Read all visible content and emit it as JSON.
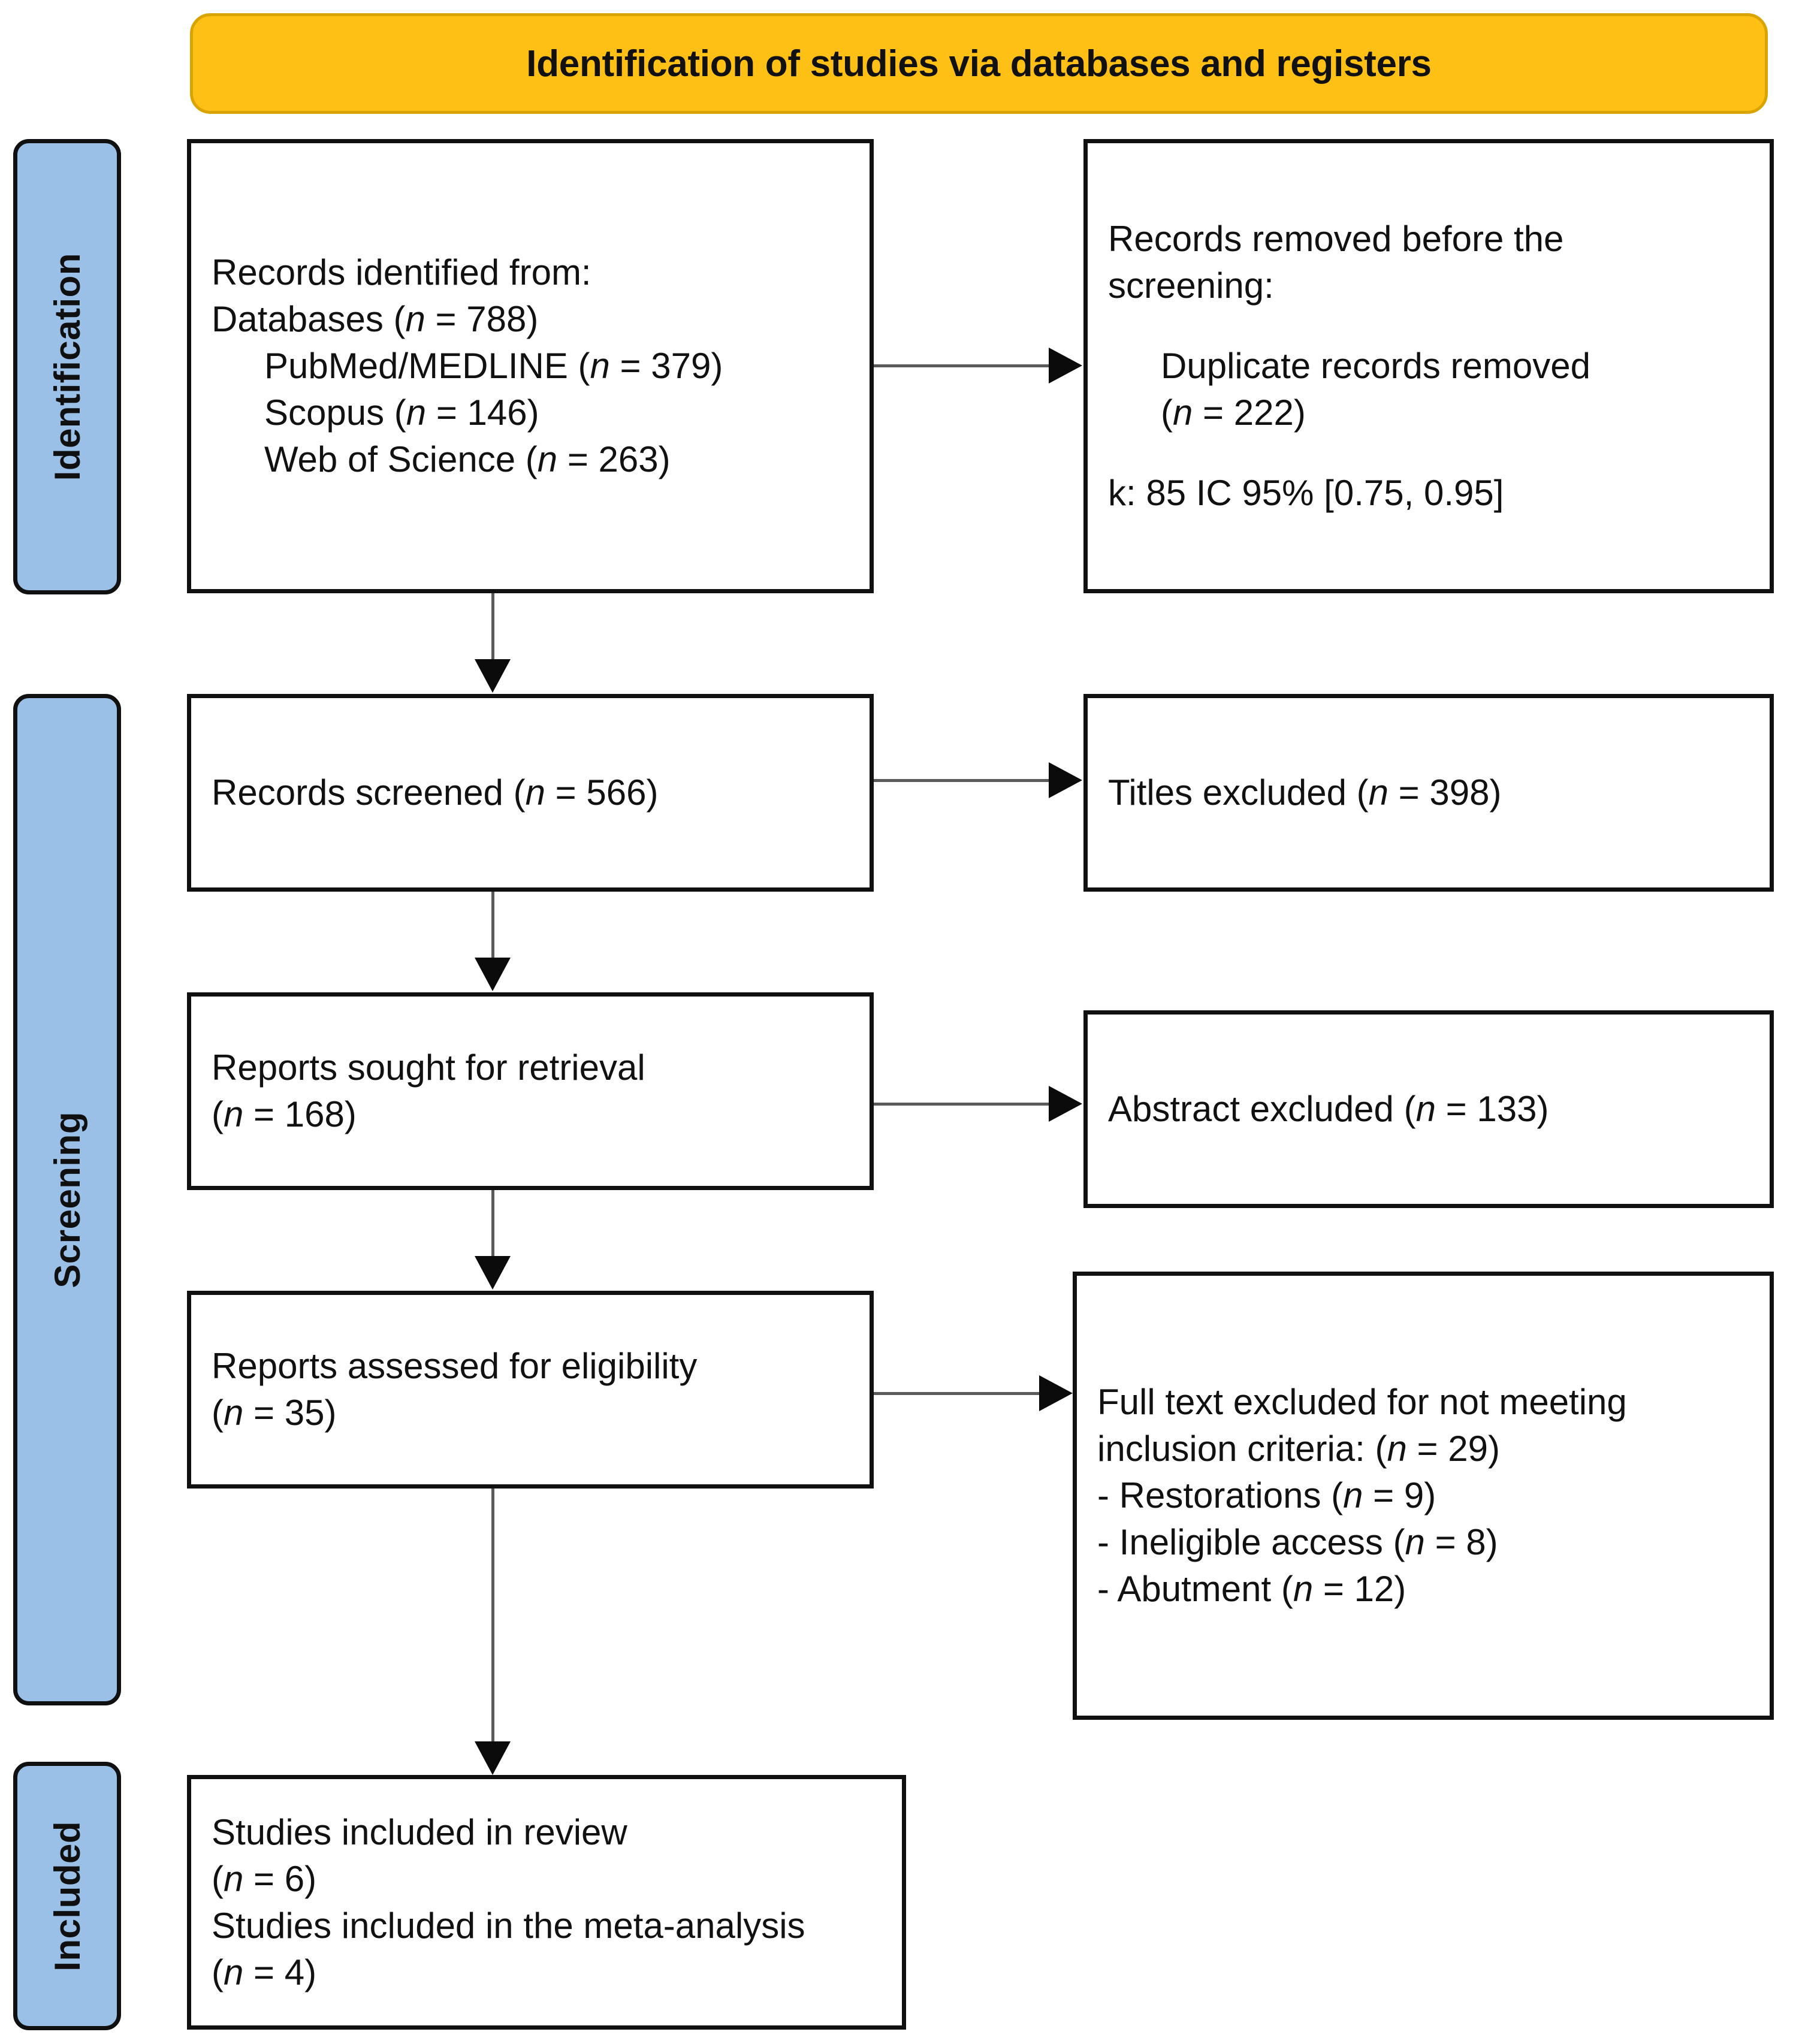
{
  "header": {
    "title": "Identification of studies via databases and registers",
    "background_color": "#FFC015",
    "border_color": "#D9A400"
  },
  "stages": {
    "accent_color": "#9BC0E8",
    "identification": "Identification",
    "screening": "Screening",
    "included": "Included"
  },
  "boxes": {
    "records_identified": {
      "l1": "Records identified from:",
      "l2_pre": "Databases (",
      "l2_n": "n",
      "l2_post": " = 788)",
      "l3_pre": "PubMed/MEDLINE (",
      "l3_n": "n",
      "l3_post": " = 379)",
      "l4_pre": "Scopus (",
      "l4_n": "n",
      "l4_post": " = 146)",
      "l5_pre": "Web of Science (",
      "l5_n": "n",
      "l5_post": " = 263)"
    },
    "records_removed": {
      "l1": "Records removed before the",
      "l2": "screening:",
      "l3": "Duplicate records removed",
      "l4_pre": "(",
      "l4_n": "n",
      "l4_post": " = 222)",
      "l5": "k: 85 IC 95% [0.75, 0.95]"
    },
    "records_screened": {
      "l1_pre": "Records screened (",
      "l1_n": "n",
      "l1_post": " = 566)"
    },
    "titles_excluded": {
      "l1_pre": "Titles excluded (",
      "l1_n": "n",
      "l1_post": " = 398)"
    },
    "reports_sought": {
      "l1": "Reports sought for retrieval",
      "l2_pre": "(",
      "l2_n": "n",
      "l2_post": " = 168)"
    },
    "abstract_excluded": {
      "l1_pre": "Abstract excluded (",
      "l1_n": "n",
      "l1_post": " = 133)"
    },
    "reports_assessed": {
      "l1": "Reports assessed for eligibility",
      "l2_pre": "(",
      "l2_n": "n",
      "l2_post": " = 35)"
    },
    "fulltext_excluded": {
      "l1": "Full text excluded for not meeting",
      "l2_pre": "inclusion criteria: (",
      "l2_n": "n",
      "l2_post": " = 29)",
      "l3_pre": "- Restorations (",
      "l3_n": "n",
      "l3_post": " = 9)",
      "l4_pre": "- Ineligible access (",
      "l4_n": "n",
      "l4_post": " = 8)",
      "l5_pre": "- Abutment (",
      "l5_n": "n",
      "l5_post": " = 12)"
    },
    "studies_included": {
      "l1": "Studies included in review",
      "l2_pre": "(",
      "l2_n": "n",
      "l2_post": " = 6)",
      "l3": "Studies included in the meta-analysis",
      "l4_pre": "(",
      "l4_n": "n",
      "l4_post": " = 4)"
    }
  }
}
